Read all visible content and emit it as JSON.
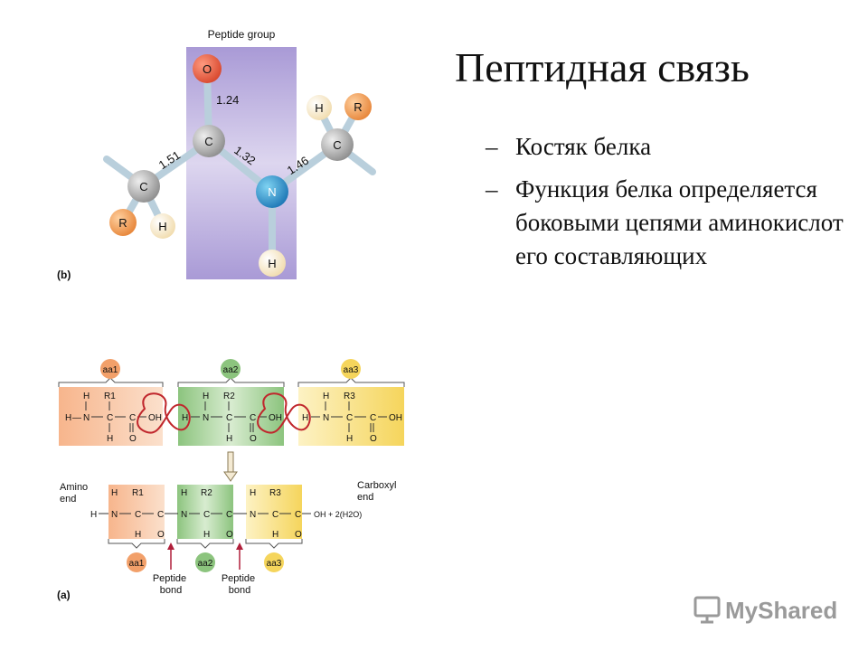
{
  "slide": {
    "title": "Пептидная связь",
    "bullets": [
      {
        "dash": "–",
        "text": "Костяк белка"
      },
      {
        "dash": "–",
        "text": "Функция белка определяется боковыми цепями аминокислот его составляющих"
      }
    ]
  },
  "figure_b": {
    "panel_label": "(b)",
    "group_label": "Peptide group",
    "atoms": {
      "o": "O",
      "c_carbonyl": "C",
      "n": "N",
      "h_n": "H",
      "c_left": "C",
      "r_left": "R",
      "h_left": "H",
      "c_right": "C",
      "h_right": "H",
      "r_right": "R"
    },
    "bond_lengths": {
      "c_o": "1.24",
      "c_c": "1.51",
      "c_n": "1.32",
      "n_c": "1.46"
    }
  },
  "figure_a": {
    "panel_label": "(a)",
    "aa_labels": [
      "aa1",
      "aa2",
      "aa3"
    ],
    "r_labels": [
      "R1",
      "R2",
      "R3"
    ],
    "atom_h": "H",
    "atom_n": "N",
    "atom_c": "C",
    "atom_o": "O",
    "oh": "OH",
    "double_bond": "‖",
    "dash": "—",
    "amino_end": [
      "Amino",
      "end"
    ],
    "carboxyl_end": [
      "Carboxyl",
      "end"
    ],
    "product_tail": "OH + 2(H2O)",
    "peptide_bond": [
      "Peptide",
      "bond"
    ]
  },
  "colors": {
    "panel_purple": "#c9c1e6",
    "aa1": "#f2a06a",
    "aa2": "#8cc47e",
    "aa3": "#f5d55c",
    "red_loop": "#c0272d",
    "arrow": "#b01f3a"
  },
  "watermark": {
    "text": "MyShared"
  }
}
